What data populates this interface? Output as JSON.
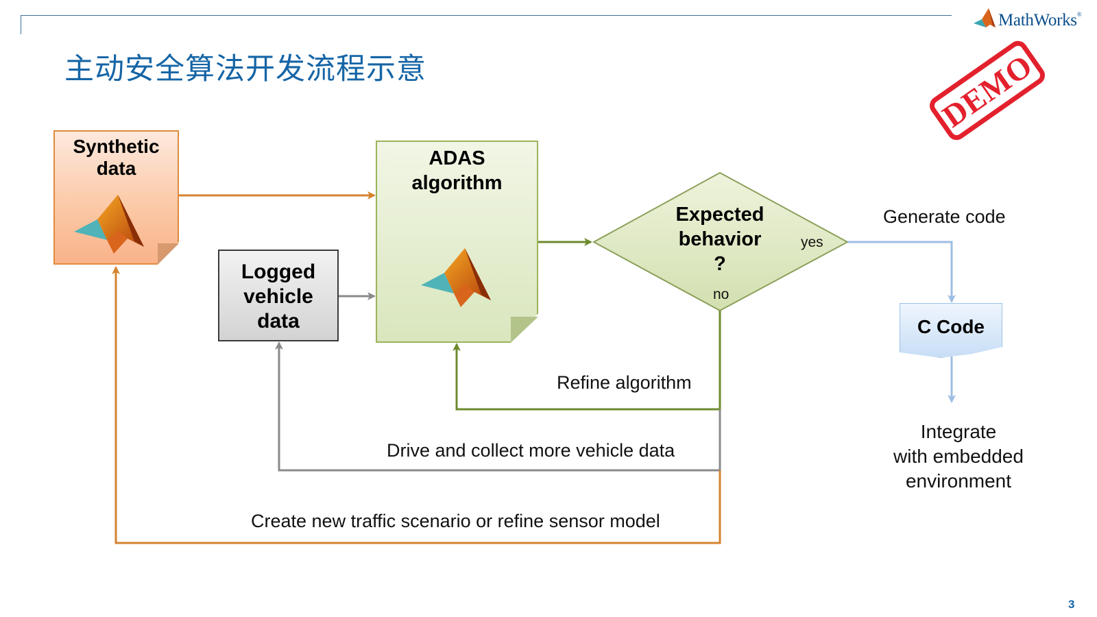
{
  "header": {
    "title": "主动安全算法开发流程示意",
    "logo_text": "MathWorks",
    "stamp_text": "DEMO",
    "page_number": "3"
  },
  "nodes": {
    "synthetic": {
      "line1": "Synthetic",
      "line2": "data"
    },
    "logged": {
      "line1": "Logged",
      "line2": "vehicle",
      "line3": "data"
    },
    "adas": {
      "line1": "ADAS",
      "line2": "algorithm"
    },
    "decision": {
      "line1": "Expected",
      "line2": "behavior",
      "line3": "?"
    },
    "ccode": {
      "label": "C Code"
    },
    "integrate": {
      "line1": "Integrate",
      "line2": "with embedded",
      "line3": "environment"
    }
  },
  "edges": {
    "yes": "yes",
    "no": "no",
    "generate_code": "Generate code",
    "refine_algorithm": "Refine algorithm",
    "drive_collect": "Drive and collect more vehicle data",
    "create_scenario": "Create new traffic scenario or refine sensor model"
  },
  "colors": {
    "orange": "#d4832f",
    "green": "#6d8a2d",
    "gray": "#8a8a8a",
    "blue": "#9dbde3",
    "title": "#1565a6",
    "stamp": "#e3212d"
  },
  "icons": [
    "matlab-membrane-icon",
    "mathworks-logo-icon"
  ]
}
